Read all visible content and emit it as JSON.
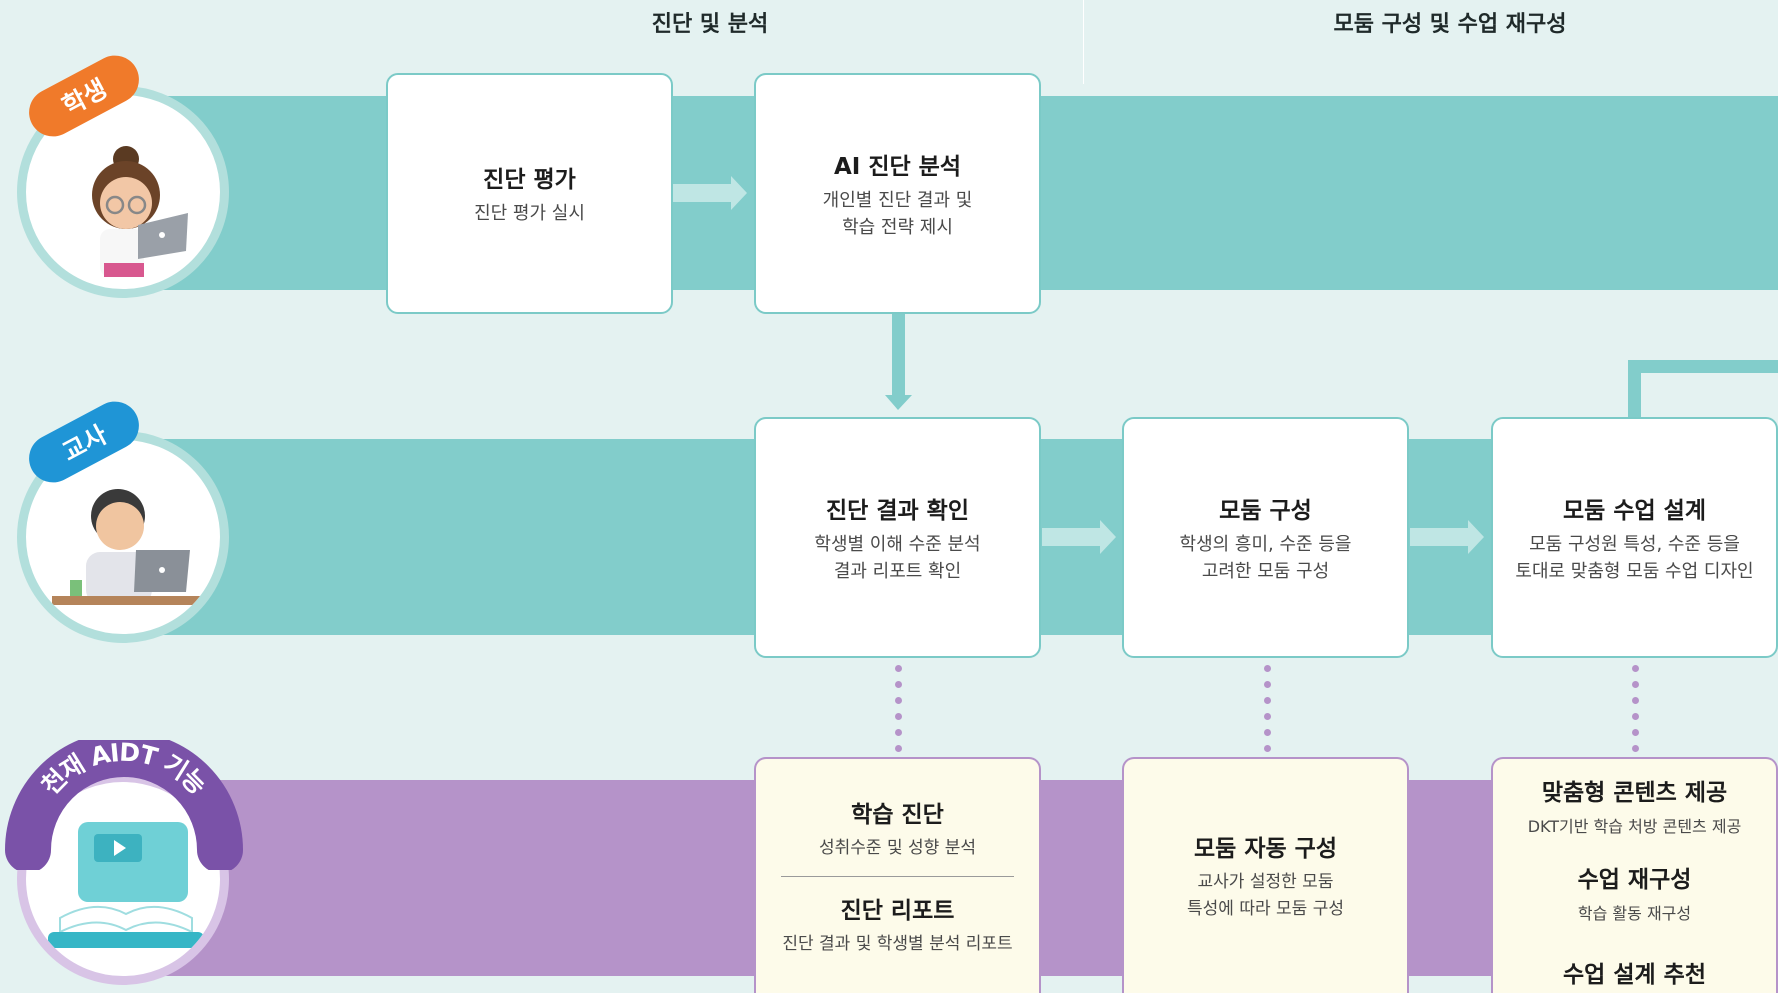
{
  "phases": {
    "phase1": "진단 및 분석",
    "phase2": "모둠 구성 및 수업 재구성"
  },
  "roles": {
    "student": "학생",
    "teacher": "교사",
    "aidt": "천재 AIDT 기능"
  },
  "student_boxes": [
    {
      "title": "진단 평가",
      "desc": [
        "진단 평가 실시"
      ]
    },
    {
      "title": "AI 진단 분석",
      "desc": [
        "개인별 진단 결과 및",
        "학습 전략 제시"
      ]
    }
  ],
  "teacher_boxes": [
    {
      "title": "진단 결과 확인",
      "desc": [
        "학생별 이해 수준 분석",
        "결과 리포트 확인"
      ]
    },
    {
      "title": "모둠 구성",
      "desc": [
        "학생의 흥미, 수준 등을",
        "고려한 모둠 구성"
      ]
    },
    {
      "title": "모둠 수업 설계",
      "desc": [
        "모둠 구성원 특성, 수준 등을",
        "토대로 맞춤형 모둠 수업 디자인"
      ]
    }
  ],
  "ai_boxes": [
    {
      "items": [
        {
          "title": "학습 진단",
          "desc": "성취수준 및 성향 분석"
        },
        {
          "title": "진단 리포트",
          "desc": "진단 결과 및 학생별 분석 리포트"
        }
      ]
    },
    {
      "items": [
        {
          "title": "모둠 자동 구성",
          "desc": [
            "교사가 설정한 모둠",
            "특성에 따라 모둠 구성"
          ]
        }
      ]
    },
    {
      "items": [
        {
          "title": "맞춤형 콘텐츠 제공",
          "desc": "DKT기반 학습 처방 콘텐츠 제공"
        },
        {
          "title": "수업 재구성",
          "desc": "학습 활동 재구성"
        },
        {
          "title": "수업 설계 추천",
          "desc": ""
        }
      ]
    }
  ],
  "colors": {
    "teal": "#82cdcb",
    "purple": "#b593c9",
    "orange": "#f07a2a",
    "blue": "#1f95d6",
    "violet": "#7a52a8"
  }
}
